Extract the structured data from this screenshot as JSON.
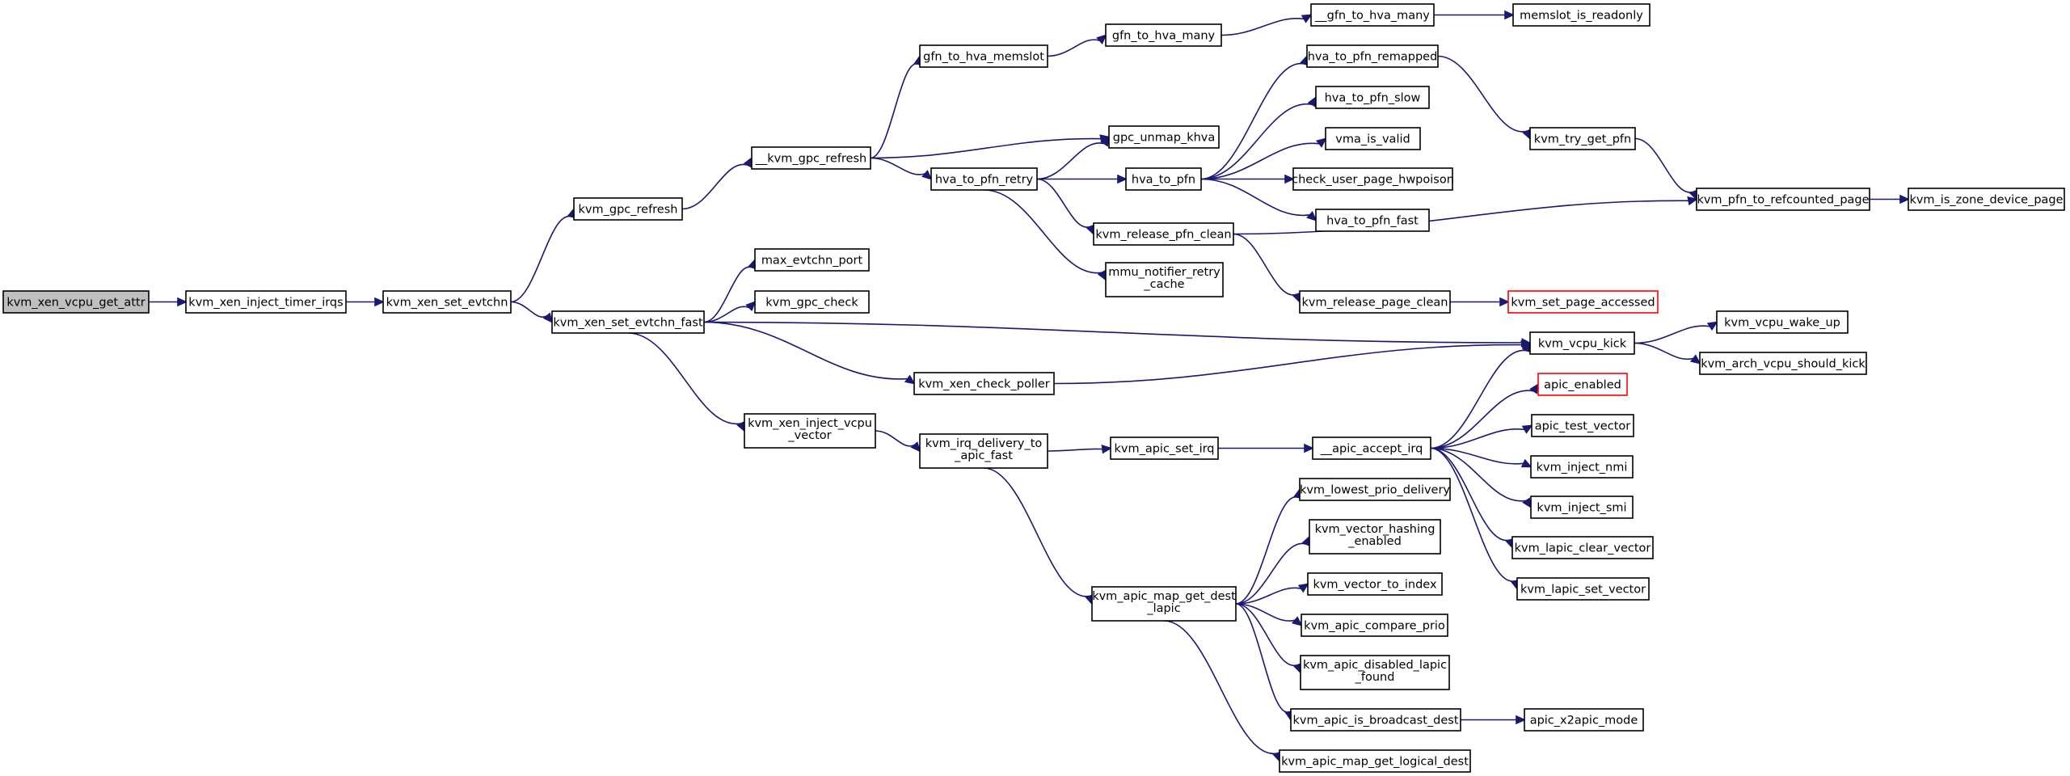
{
  "graph": {
    "colors": {
      "edge": "#191970",
      "root_fill": "#bfbfbf",
      "truncated_border": "#ff0000",
      "node_border": "#000000"
    },
    "nodes": [
      {
        "id": "root",
        "label": "kvm_xen_vcpu_get_attr",
        "style": "root"
      },
      {
        "id": "inject_timer",
        "label": "kvm_xen_inject_timer_irqs"
      },
      {
        "id": "set_evtchn",
        "label": "kvm_xen_set_evtchn"
      },
      {
        "id": "gpc_refresh",
        "label": "kvm_gpc_refresh"
      },
      {
        "id": "set_evtchn_fast",
        "label": "kvm_xen_set_evtchn_fast"
      },
      {
        "id": "kgpc_refresh",
        "label": "__kvm_gpc_refresh"
      },
      {
        "id": "max_evtchn_port",
        "label": "max_evtchn_port"
      },
      {
        "id": "gpc_check",
        "label": "kvm_gpc_check"
      },
      {
        "id": "inject_vcpu_vector",
        "label": "kvm_xen_inject_vcpu _vector"
      },
      {
        "id": "gfn_to_hva_memslot",
        "label": "gfn_to_hva_memslot"
      },
      {
        "id": "hva_to_pfn_retry",
        "label": "hva_to_pfn_retry"
      },
      {
        "id": "check_poller",
        "label": "kvm_xen_check_poller"
      },
      {
        "id": "irq_delivery",
        "label": "kvm_irq_delivery_to _apic_fast"
      },
      {
        "id": "gfn_to_hva_many",
        "label": "gfn_to_hva_many"
      },
      {
        "id": "gpc_unmap_khva",
        "label": "gpc_unmap_khva"
      },
      {
        "id": "hva_to_pfn",
        "label": "hva_to_pfn"
      },
      {
        "id": "release_pfn_clean",
        "label": "kvm_release_pfn_clean"
      },
      {
        "id": "mmu_notifier",
        "label": "mmu_notifier_retry _cache"
      },
      {
        "id": "apic_set_irq",
        "label": "kvm_apic_set_irq"
      },
      {
        "id": "map_get_dest_lapic",
        "label": "kvm_apic_map_get_dest _lapic"
      },
      {
        "id": "gfn_to_hva_many2",
        "label": "__gfn_to_hva_many"
      },
      {
        "id": "hva_to_pfn_remapped",
        "label": "hva_to_pfn_remapped"
      },
      {
        "id": "hva_to_pfn_slow",
        "label": "hva_to_pfn_slow"
      },
      {
        "id": "vma_is_valid",
        "label": "vma_is_valid"
      },
      {
        "id": "check_user_page_hwpoison",
        "label": "check_user_page_hwpoison"
      },
      {
        "id": "hva_to_pfn_fast",
        "label": "hva_to_pfn_fast"
      },
      {
        "id": "release_page_clean",
        "label": "kvm_release_page_clean"
      },
      {
        "id": "apic_accept_irq",
        "label": "__apic_accept_irq"
      },
      {
        "id": "lowest_prio",
        "label": "kvm_lowest_prio_delivery"
      },
      {
        "id": "vector_hashing",
        "label": "kvm_vector_hashing _enabled"
      },
      {
        "id": "vector_to_index",
        "label": "kvm_vector_to_index"
      },
      {
        "id": "compare_prio",
        "label": "kvm_apic_compare_prio"
      },
      {
        "id": "disabled_lapic",
        "label": "kvm_apic_disabled_lapic _found"
      },
      {
        "id": "is_broadcast",
        "label": "kvm_apic_is_broadcast_dest"
      },
      {
        "id": "map_get_logical",
        "label": "kvm_apic_map_get_logical_dest"
      },
      {
        "id": "memslot_readonly",
        "label": "memslot_is_readonly"
      },
      {
        "id": "try_get_pfn",
        "label": "kvm_try_get_pfn"
      },
      {
        "id": "set_page_accessed",
        "label": "kvm_set_page_accessed",
        "style": "truncated"
      },
      {
        "id": "vcpu_kick",
        "label": "kvm_vcpu_kick"
      },
      {
        "id": "apic_enabled",
        "label": "apic_enabled",
        "style": "truncated"
      },
      {
        "id": "apic_test_vector",
        "label": "apic_test_vector"
      },
      {
        "id": "inject_nmi",
        "label": "kvm_inject_nmi"
      },
      {
        "id": "inject_smi",
        "label": "kvm_inject_smi"
      },
      {
        "id": "lapic_clear_vector",
        "label": "kvm_lapic_clear_vector"
      },
      {
        "id": "lapic_set_vector",
        "label": "kvm_lapic_set_vector"
      },
      {
        "id": "x2apic_mode",
        "label": "apic_x2apic_mode"
      },
      {
        "id": "pfn_to_refcounted",
        "label": "kvm_pfn_to_refcounted_page"
      },
      {
        "id": "vcpu_wake_up",
        "label": "kvm_vcpu_wake_up"
      },
      {
        "id": "should_kick",
        "label": "kvm_arch_vcpu_should_kick"
      },
      {
        "id": "is_zone_device",
        "label": "kvm_is_zone_device_page"
      }
    ],
    "edges": [
      [
        "root",
        "inject_timer"
      ],
      [
        "inject_timer",
        "set_evtchn"
      ],
      [
        "set_evtchn",
        "gpc_refresh"
      ],
      [
        "set_evtchn",
        "set_evtchn_fast"
      ],
      [
        "gpc_refresh",
        "kgpc_refresh"
      ],
      [
        "kgpc_refresh",
        "gfn_to_hva_memslot"
      ],
      [
        "kgpc_refresh",
        "gpc_unmap_khva"
      ],
      [
        "kgpc_refresh",
        "hva_to_pfn_retry"
      ],
      [
        "gfn_to_hva_memslot",
        "gfn_to_hva_many"
      ],
      [
        "gfn_to_hva_many",
        "gfn_to_hva_many2"
      ],
      [
        "gfn_to_hva_many2",
        "memslot_readonly"
      ],
      [
        "hva_to_pfn_retry",
        "gpc_unmap_khva"
      ],
      [
        "hva_to_pfn_retry",
        "hva_to_pfn"
      ],
      [
        "hva_to_pfn_retry",
        "release_pfn_clean"
      ],
      [
        "hva_to_pfn_retry",
        "mmu_notifier"
      ],
      [
        "hva_to_pfn",
        "hva_to_pfn_remapped"
      ],
      [
        "hva_to_pfn",
        "hva_to_pfn_slow"
      ],
      [
        "hva_to_pfn",
        "vma_is_valid"
      ],
      [
        "hva_to_pfn",
        "check_user_page_hwpoison"
      ],
      [
        "hva_to_pfn",
        "hva_to_pfn_fast"
      ],
      [
        "hva_to_pfn_remapped",
        "try_get_pfn"
      ],
      [
        "try_get_pfn",
        "pfn_to_refcounted"
      ],
      [
        "pfn_to_refcounted",
        "is_zone_device"
      ],
      [
        "release_pfn_clean",
        "pfn_to_refcounted"
      ],
      [
        "release_pfn_clean",
        "release_page_clean"
      ],
      [
        "release_page_clean",
        "set_page_accessed"
      ],
      [
        "set_evtchn_fast",
        "max_evtchn_port"
      ],
      [
        "set_evtchn_fast",
        "gpc_check"
      ],
      [
        "set_evtchn_fast",
        "vcpu_kick"
      ],
      [
        "set_evtchn_fast",
        "check_poller"
      ],
      [
        "set_evtchn_fast",
        "inject_vcpu_vector"
      ],
      [
        "check_poller",
        "vcpu_kick"
      ],
      [
        "vcpu_kick",
        "vcpu_wake_up"
      ],
      [
        "vcpu_kick",
        "should_kick"
      ],
      [
        "inject_vcpu_vector",
        "irq_delivery"
      ],
      [
        "irq_delivery",
        "apic_set_irq"
      ],
      [
        "irq_delivery",
        "map_get_dest_lapic"
      ],
      [
        "apic_set_irq",
        "apic_accept_irq"
      ],
      [
        "apic_accept_irq",
        "vcpu_kick"
      ],
      [
        "apic_accept_irq",
        "apic_enabled"
      ],
      [
        "apic_accept_irq",
        "apic_test_vector"
      ],
      [
        "apic_accept_irq",
        "inject_nmi"
      ],
      [
        "apic_accept_irq",
        "inject_smi"
      ],
      [
        "apic_accept_irq",
        "lapic_clear_vector"
      ],
      [
        "apic_accept_irq",
        "lapic_set_vector"
      ],
      [
        "map_get_dest_lapic",
        "lowest_prio"
      ],
      [
        "map_get_dest_lapic",
        "vector_hashing"
      ],
      [
        "map_get_dest_lapic",
        "vector_to_index"
      ],
      [
        "map_get_dest_lapic",
        "compare_prio"
      ],
      [
        "map_get_dest_lapic",
        "disabled_lapic"
      ],
      [
        "map_get_dest_lapic",
        "is_broadcast"
      ],
      [
        "map_get_dest_lapic",
        "map_get_logical"
      ],
      [
        "is_broadcast",
        "x2apic_mode"
      ]
    ]
  }
}
